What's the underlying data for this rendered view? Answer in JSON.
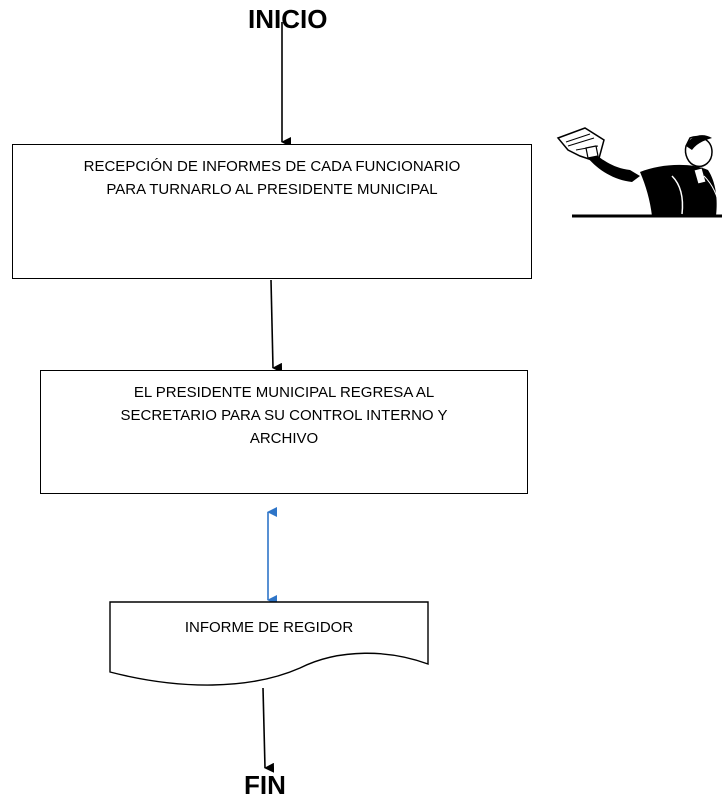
{
  "flow": {
    "start": "INICIO",
    "end": "FIN",
    "steps": [
      {
        "lines": [
          "RECEPCIÓN DE INFORMES DE CADA FUNCIONARIO",
          "PARA TURNARLO AL PRESIDENTE MUNICIPAL"
        ]
      },
      {
        "lines": [
          "EL PRESIDENTE MUNICIPAL REGRESA AL",
          "SECRETARIO PARA SU CONTROL INTERNO Y",
          "ARCHIVO"
        ]
      },
      {
        "lines": [
          "INFORME DE REGIDOR"
        ]
      }
    ]
  },
  "colors": {
    "bidirectional_arrow": "#2e75c8",
    "line": "#000000"
  },
  "icons": {
    "clipart": "person-holding-newspaper-icon"
  }
}
